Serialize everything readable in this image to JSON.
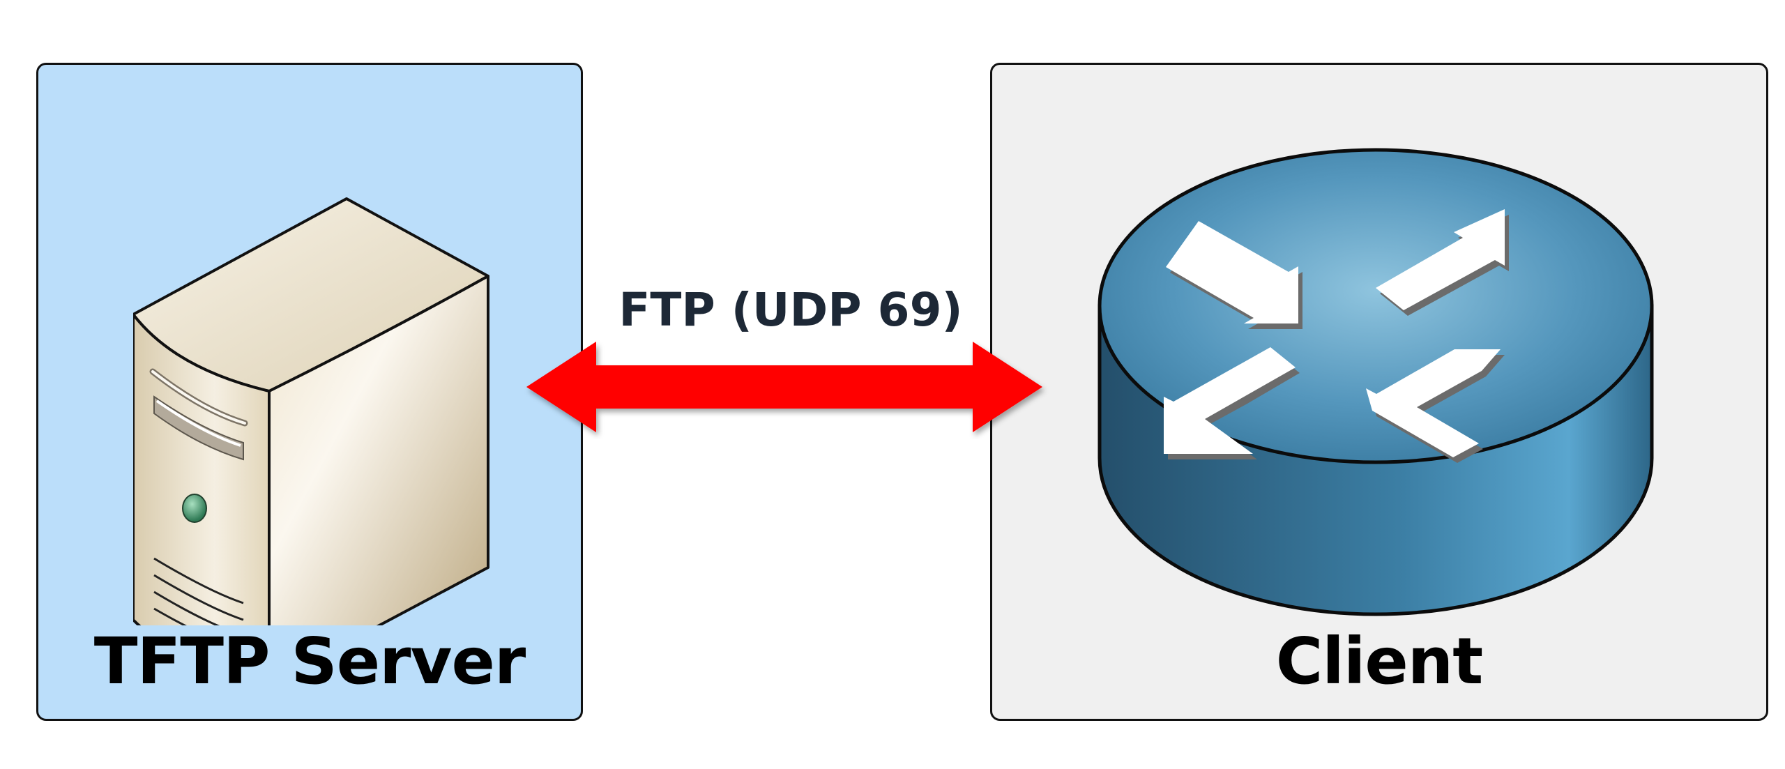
{
  "nodes": {
    "server": {
      "label": "TFTP Server",
      "icon": "server-tower-icon",
      "box_color": "#bbdefa"
    },
    "client": {
      "label": "Client",
      "icon": "router-icon",
      "box_color": "#f0f0f0"
    }
  },
  "link": {
    "label": "FTP (UDP 69)",
    "direction": "bidirectional",
    "arrow_color": "#ff0000",
    "label_color": "#1d2836"
  },
  "colors": {
    "border": "#111111",
    "router_body": "#3f83a8",
    "router_arrows": "#ffffff",
    "server_body": "#e8dcc0"
  }
}
